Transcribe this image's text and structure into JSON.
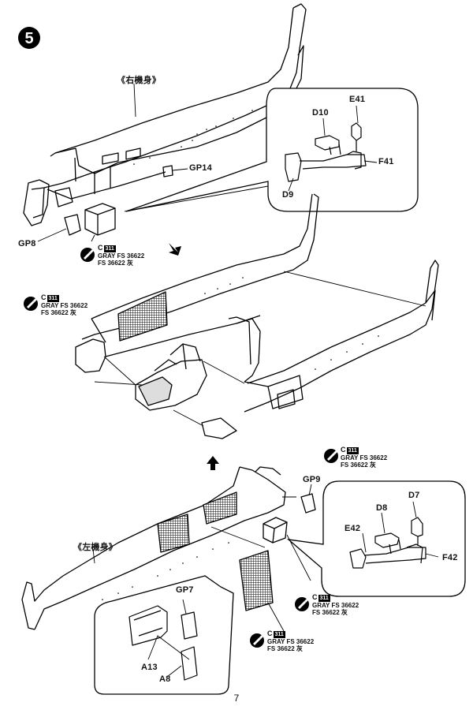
{
  "step": {
    "number": "5"
  },
  "labels": {
    "right_fuselage": "《右機身》",
    "left_fuselage": "《左機身》"
  },
  "parts": {
    "gp14": "GP14",
    "gp8": "GP8",
    "gp9": "GP9",
    "gp7": "GP7",
    "a13": "A13",
    "a8": "A8",
    "d10": "D10",
    "e41": "E41",
    "f41": "F41",
    "d9": "D9",
    "d8": "D8",
    "d7": "D7",
    "e42": "E42",
    "f42": "F42"
  },
  "paint": {
    "prefix": "C",
    "code": "311",
    "line1": "GRAY FS 36622",
    "line2": "FS 36622 灰"
  },
  "page": {
    "number": "7"
  }
}
